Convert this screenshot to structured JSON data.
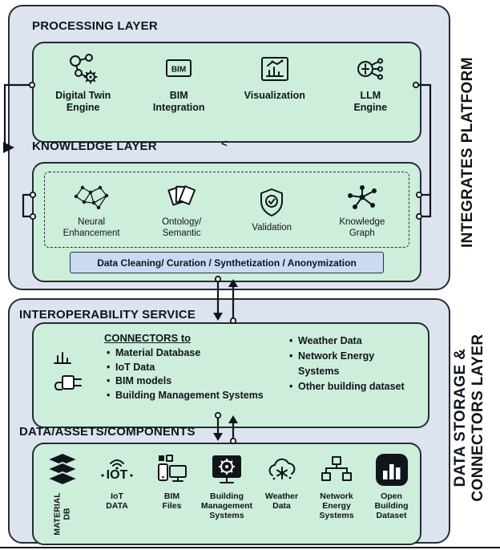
{
  "misc": {
    "small_arrow": "<"
  },
  "colors": {
    "outer_fill": "#dde4ef",
    "green_fill": "#cdeedb",
    "bar_fill": "#c9daf2",
    "ink": "#10151c"
  },
  "side_labels": {
    "integrates": "INTEGRATES PLATFORM",
    "data_storage": "DATA STORAGE &\nCONNECTORS LAYER"
  },
  "processing_layer": {
    "title": "PROCESSING LAYER",
    "items": [
      {
        "icon": "digital-twin-icon",
        "label": "Digital Twin\nEngine"
      },
      {
        "icon": "bim-integration-icon",
        "label": "BIM\nIntegration"
      },
      {
        "icon": "visualization-chart-icon",
        "label": "Visualization"
      },
      {
        "icon": "llm-engine-icon",
        "label": "LLM\nEngine"
      }
    ]
  },
  "knowledge_layer": {
    "title": "KNOWLEDGE LAYER",
    "items": [
      {
        "icon": "neural-network-icon",
        "label": "Neural\nEnhancement"
      },
      {
        "icon": "ontology-pages-icon",
        "label": "Ontology/\nSemantic"
      },
      {
        "icon": "shield-check-icon",
        "label": "Validation"
      },
      {
        "icon": "knowledge-graph-icon",
        "label": "Knowledge\nGraph"
      }
    ],
    "pipeline_bar": "Data Cleaning/ Curation / Synthetization / Anonymization"
  },
  "interoperability": {
    "title": "INTEROPERABILITY SERVICE",
    "icon": "plug-connector-icon",
    "connectors_heading": "CONNECTORS to",
    "left_items": [
      "Material Database",
      "IoT Data",
      "BIM models",
      "Building Management Systems"
    ],
    "right_items": [
      "Weather Data",
      "Network Energy Systems",
      "Other building dataset"
    ]
  },
  "data_assets": {
    "title": "DATA/ASSETS/COMPONENTS",
    "items": [
      {
        "icon": "database-layers-icon",
        "label": "MATERIAL\nDB"
      },
      {
        "icon": "iot-icon",
        "label": "IoT\nDATA"
      },
      {
        "icon": "bim-devices-icon",
        "label": "BIM\nFiles"
      },
      {
        "icon": "gear-monitor-icon",
        "label": "Building\nManagement\nSystems"
      },
      {
        "icon": "cloud-snowflake-icon",
        "label": "Weather\nData"
      },
      {
        "icon": "network-topology-icon",
        "label": "Network\nEnergy\nSystems"
      },
      {
        "icon": "open-dataset-icon",
        "label": "Open\nBuilding\nDataset"
      }
    ]
  }
}
